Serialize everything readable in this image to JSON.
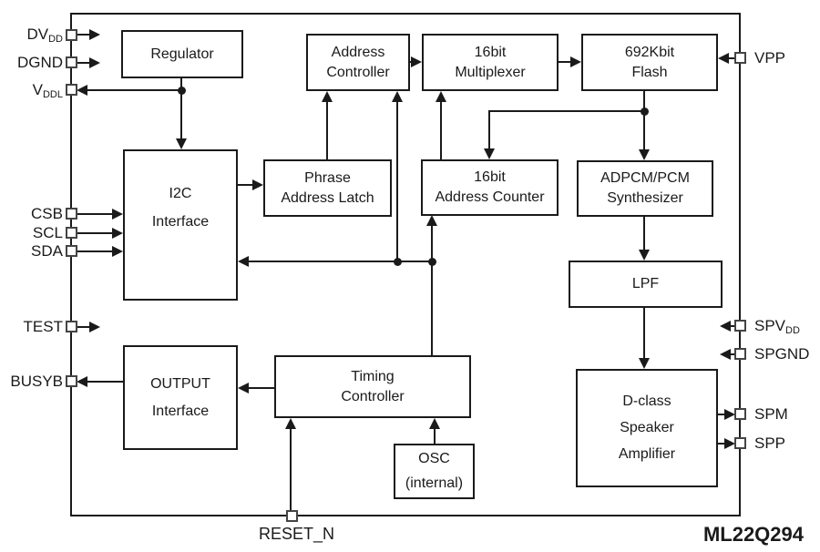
{
  "part_number": "ML22Q294",
  "colors": {
    "line": "#1a1a1a",
    "background": "#ffffff"
  },
  "blocks": {
    "regulator": {
      "lines": [
        "Regulator"
      ]
    },
    "address_controllerد": {
      "lines": []
    },
    "address_controller": {
      "lines": [
        "Address",
        "Controller"
      ]
    },
    "multiplexer": {
      "lines": [
        "16bit",
        "Multiplexer"
      ]
    },
    "flash": {
      "lines": [
        "692Kbit",
        "Flash"
      ]
    },
    "i2c": {
      "lines": [
        "I2C",
        "Interface"
      ]
    },
    "phrase_latch": {
      "lines": [
        "Phrase",
        "Address Latch"
      ]
    },
    "address_counter": {
      "lines": [
        "16bit",
        "Address Counter"
      ]
    },
    "adpcm": {
      "lines": [
        "ADPCM/PCM",
        "Synthesizer"
      ]
    },
    "lpf": {
      "lines": [
        "LPF"
      ]
    },
    "output_interface": {
      "lines": [
        "OUTPUT",
        "Interface"
      ]
    },
    "timing_controller": {
      "lines": [
        "Timing",
        "Controller"
      ]
    },
    "osc": {
      "lines": [
        "OSC",
        "(internal)"
      ]
    },
    "dclass": {
      "lines": [
        "D-class",
        "Speaker",
        "Amplifier"
      ]
    }
  },
  "pins": {
    "dvdd": {
      "base": "DV",
      "sub": "DD"
    },
    "dgnd": {
      "base": "DGND",
      "sub": ""
    },
    "vddl": {
      "base": "V",
      "sub": "DDL"
    },
    "csb": {
      "base": "CSB",
      "sub": ""
    },
    "scl": {
      "base": "SCL",
      "sub": ""
    },
    "sda": {
      "base": "SDA",
      "sub": ""
    },
    "test": {
      "base": "TEST",
      "sub": ""
    },
    "busyb": {
      "base": "BUSYB",
      "sub": ""
    },
    "vpp": {
      "base": "VPP",
      "sub": ""
    },
    "spvdd": {
      "base": "SPV",
      "sub": "DD"
    },
    "spgnd": {
      "base": "SPGND",
      "sub": ""
    },
    "spm": {
      "base": "SPM",
      "sub": ""
    },
    "spp": {
      "base": "SPP",
      "sub": ""
    },
    "reset_n": {
      "base": "RESET_N",
      "sub": ""
    }
  }
}
